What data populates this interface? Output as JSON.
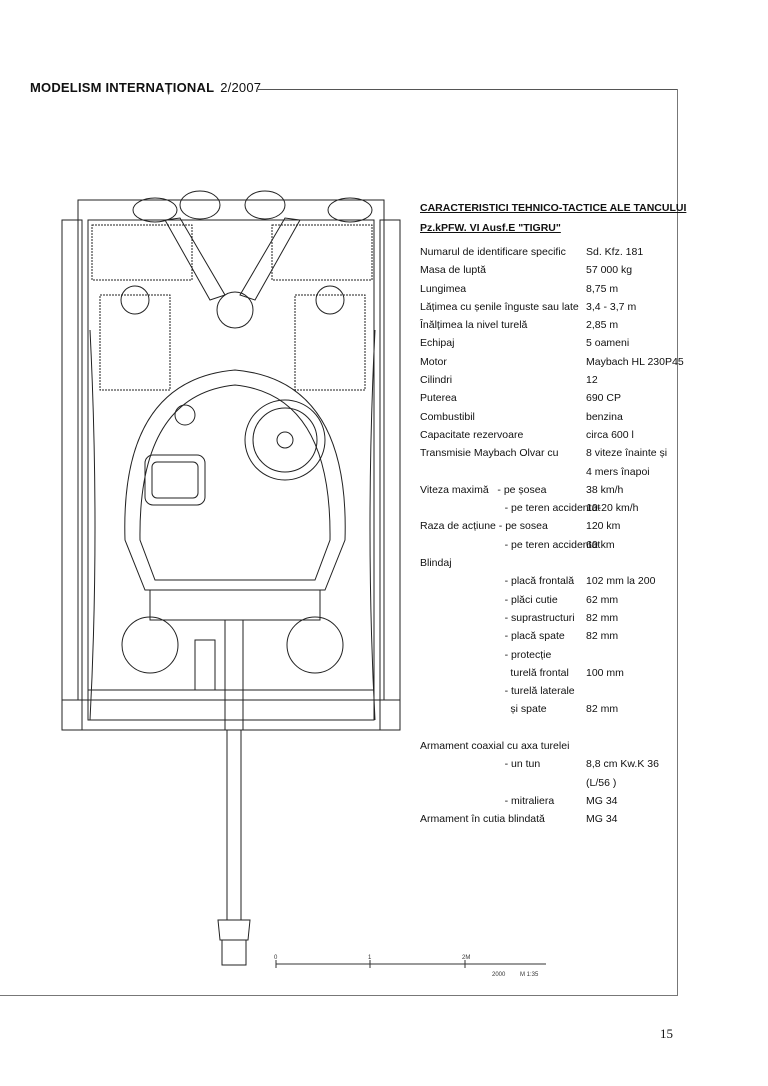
{
  "header": {
    "magazine": "MODELISM INTERNAȚIONAL",
    "issue": "2/2007"
  },
  "specs": {
    "title_line1": "CARACTERISTICI TEHNICO-TACTICE ALE TANCULUI",
    "title_line2": "Pz.kPFW. VI Ausf.E \"TIGRU\"",
    "rows": [
      {
        "label": "Numarul de identificare specific",
        "value": "Sd. Kfz. 181"
      },
      {
        "label": "Masa de luptă",
        "value": "57 000 kg"
      },
      {
        "label": "Lungimea",
        "value": "8,75  m"
      },
      {
        "label": "Lățimea cu șenile înguste sau late",
        "value": "3,4 - 3,7 m"
      },
      {
        "label": "Înălțimea la nivel turelă",
        "value": "2,85 m"
      },
      {
        "label": "Echipaj",
        "value": "5 oameni"
      },
      {
        "label": "Motor",
        "value": "Maybach HL 230P45"
      },
      {
        "label": "Cilindri",
        "value": "12"
      },
      {
        "label": "Puterea",
        "value": "690 CP"
      },
      {
        "label": "Combustibil",
        "value": "benzina"
      },
      {
        "label": "Capacitate rezervoare",
        "value": "circa 600 l"
      },
      {
        "label": "Transmisie Maybach Olvar cu",
        "value": "8 viteze înainte și"
      },
      {
        "label": "",
        "value": "4 mers înapoi"
      },
      {
        "label": "Viteza maximă   - pe șosea",
        "value": "38 km/h"
      },
      {
        "label": "                             - pe teren accidentat",
        "value": "10-20 km/h"
      },
      {
        "label": "Raza de acțiune - pe sosea",
        "value": "120 km"
      },
      {
        "label": "                             - pe teren accidentat",
        "value": "60 km"
      },
      {
        "label": "Blindaj",
        "value": ""
      },
      {
        "label": "                             - placă frontală",
        "value": "102 mm la 200"
      },
      {
        "label": "                             - plăci cutie",
        "value": "62 mm"
      },
      {
        "label": "                             - suprastructuri",
        "value": "82 mm"
      },
      {
        "label": "                             - placă spate",
        "value": "82 mm"
      },
      {
        "label": "                             - protecție",
        "value": ""
      },
      {
        "label": "                               turelă frontal",
        "value": "100 mm"
      },
      {
        "label": "                             - turelă laterale",
        "value": ""
      },
      {
        "label": "                               și spate",
        "value": "82 mm"
      },
      {
        "label": "",
        "value": ""
      },
      {
        "label": "Armament coaxial cu axa turelei",
        "value": ""
      },
      {
        "label": "                             - un tun",
        "value": "8,8 cm  Kw.K 36"
      },
      {
        "label": "",
        "value": "(L/56 )"
      },
      {
        "label": "                             - mitraliera",
        "value": "MG 34"
      },
      {
        "label": "Armament în cutia blindată",
        "value": "MG 34"
      }
    ]
  },
  "scale": {
    "tick0": "0",
    "tick1": "1",
    "tick2": "2M",
    "code": "2000",
    "ratio": "M 1:35"
  },
  "page_number": "15"
}
